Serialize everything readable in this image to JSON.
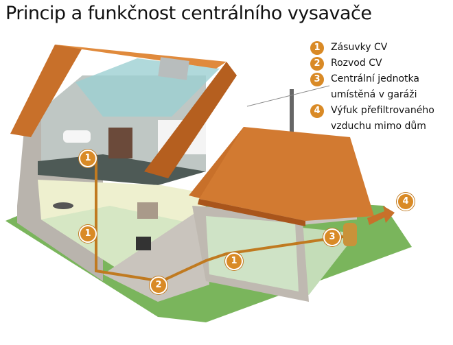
{
  "title": "Princip a funkčnost centrálního vysavače",
  "legend": [
    {
      "number": "1",
      "text": "Zásuvky CV"
    },
    {
      "number": "2",
      "text": "Rozvod CV"
    },
    {
      "number": "3",
      "text": "Centrální jednotka",
      "text2": "umístěná v garáži"
    },
    {
      "number": "4",
      "text": "Výfuk přefiltrovaného",
      "text2": "vzduchu mimo dům"
    }
  ],
  "markers": [
    "1",
    "1",
    "2",
    "1",
    "3",
    "4"
  ],
  "colors": {
    "accent": "#d98a26",
    "roof": "#c8702a",
    "ground": "#7ab55c",
    "wall": "#c9c4bd"
  }
}
